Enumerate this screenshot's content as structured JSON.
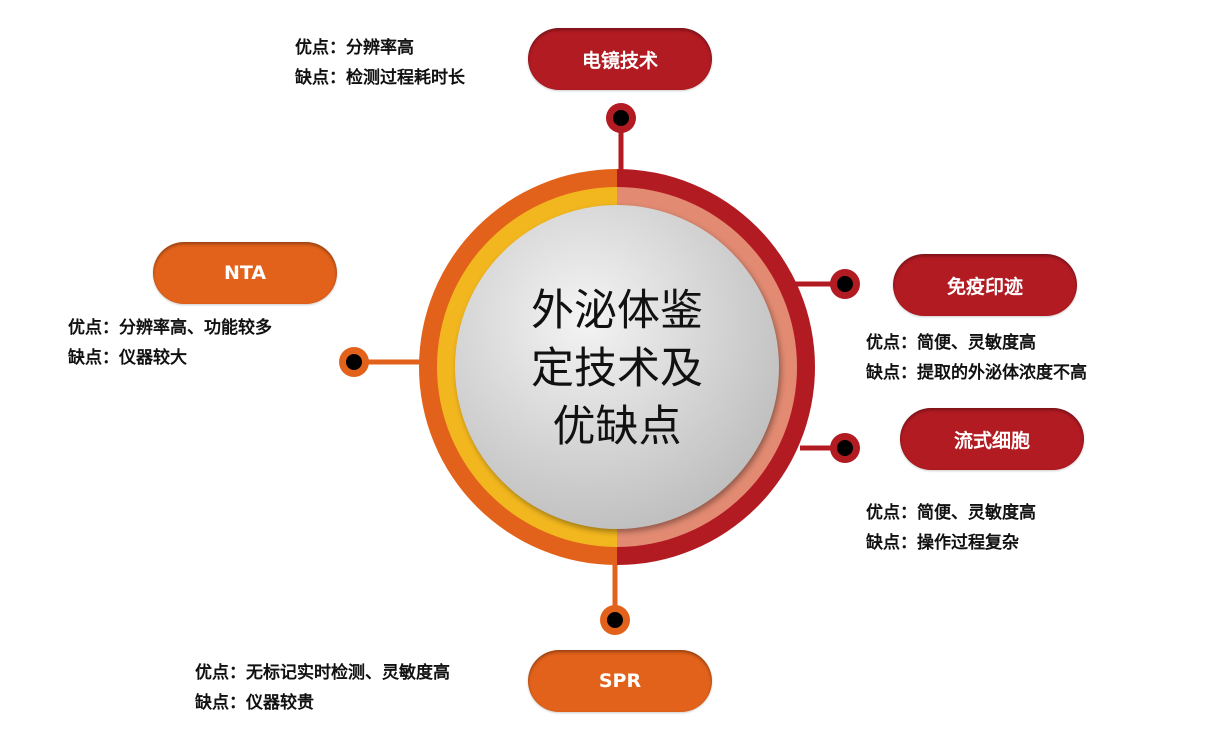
{
  "center": {
    "title_lines": [
      "外泌体鉴",
      "定技术及",
      "优缺点"
    ]
  },
  "colors": {
    "red": "#b31b23",
    "orange": "#e2621b",
    "yellow": "#f2b71e",
    "salmon": "#e28a72",
    "disc": "#d9d9d9"
  },
  "nodes": [
    {
      "label": "电镜技术",
      "pros": "优点：分辨率高",
      "cons": "缺点：检测过程耗时长"
    },
    {
      "label": "NTA",
      "pros": "优点：分辨率高、功能较多",
      "cons": "缺点：仪器较大"
    },
    {
      "label": "免疫印迹",
      "pros": "优点：简便、灵敏度高",
      "cons": "缺点：提取的外泌体浓度不高"
    },
    {
      "label": "流式细胞",
      "pros": "优点：简便、灵敏度高",
      "cons": "缺点：操作过程复杂"
    },
    {
      "label": "SPR",
      "pros": "优点：无标记实时检测、灵敏度高",
      "cons": "缺点：仪器较贵"
    }
  ]
}
